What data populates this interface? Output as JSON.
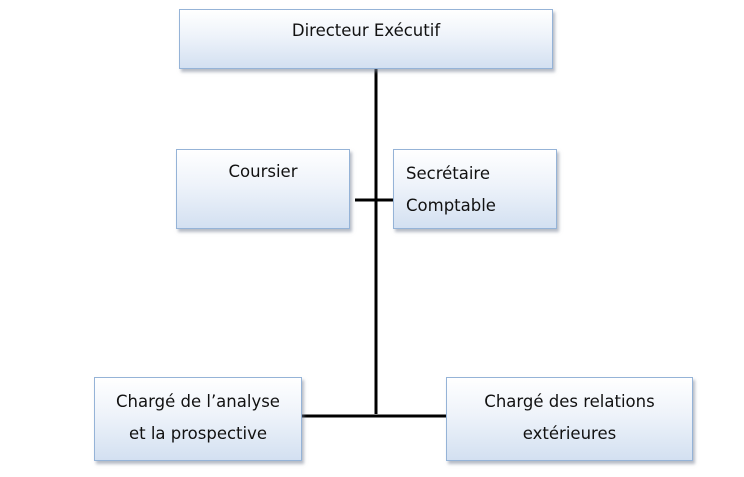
{
  "diagram": {
    "nodes": {
      "directeur": {
        "lines": [
          "Directeur Exécutif"
        ]
      },
      "coursier": {
        "lines": [
          "Coursier"
        ]
      },
      "secretaire": {
        "lines": [
          "Secrétaire",
          "Comptable"
        ]
      },
      "analyse": {
        "lines": [
          "Chargé de l’analyse",
          "et la prospective"
        ]
      },
      "relations": {
        "lines": [
          "Chargé des relations",
          "extérieures"
        ]
      }
    },
    "edges": [
      {
        "from": "directeur",
        "to": "coursier"
      },
      {
        "from": "directeur",
        "to": "secretaire"
      },
      {
        "from": "directeur",
        "to": "analyse"
      },
      {
        "from": "directeur",
        "to": "relations"
      }
    ],
    "colors": {
      "box_border": "#95b3d7",
      "box_fill_top": "#ffffff",
      "box_fill_bottom": "#d3e0f1",
      "connector": "#000000",
      "text": "#111111"
    }
  }
}
